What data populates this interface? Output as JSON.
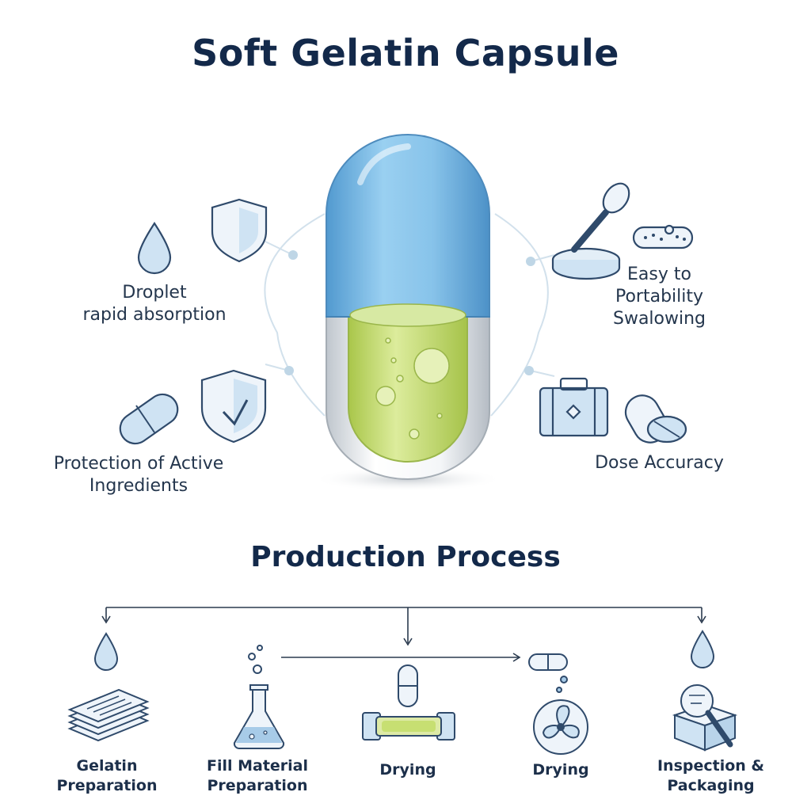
{
  "title": "Soft Gelatin Capsule",
  "benefits": {
    "droplet": [
      "Droplet",
      "rapid absorption"
    ],
    "protection": [
      "Protection of Active",
      "Ingredients"
    ],
    "easy": [
      "Easy to",
      "Portability",
      "Swalowing"
    ],
    "dose": "Dose Accuracy"
  },
  "process": {
    "title": "Production Process",
    "steps": [
      {
        "line1": "Gelatin",
        "line2": "Preparation",
        "icon": "stacked-sheets-icon"
      },
      {
        "line1": "Fill Material",
        "line2": "Preparation",
        "icon": "flask-icon"
      },
      {
        "line1": "Drying",
        "line2": "",
        "icon": "drying-tube-icon"
      },
      {
        "line1": "Drying",
        "line2": "",
        "icon": "fan-icon"
      },
      {
        "line1": "Inspection &",
        "line2": "Packaging",
        "icon": "box-magnifier-icon"
      }
    ]
  },
  "colors": {
    "title": "#13294a",
    "capsule_top": "#5aa7dc",
    "fill_liquid": "#c8df74",
    "icon_stroke": "#2f4a6b",
    "icon_fill": "#cfe3f3"
  }
}
